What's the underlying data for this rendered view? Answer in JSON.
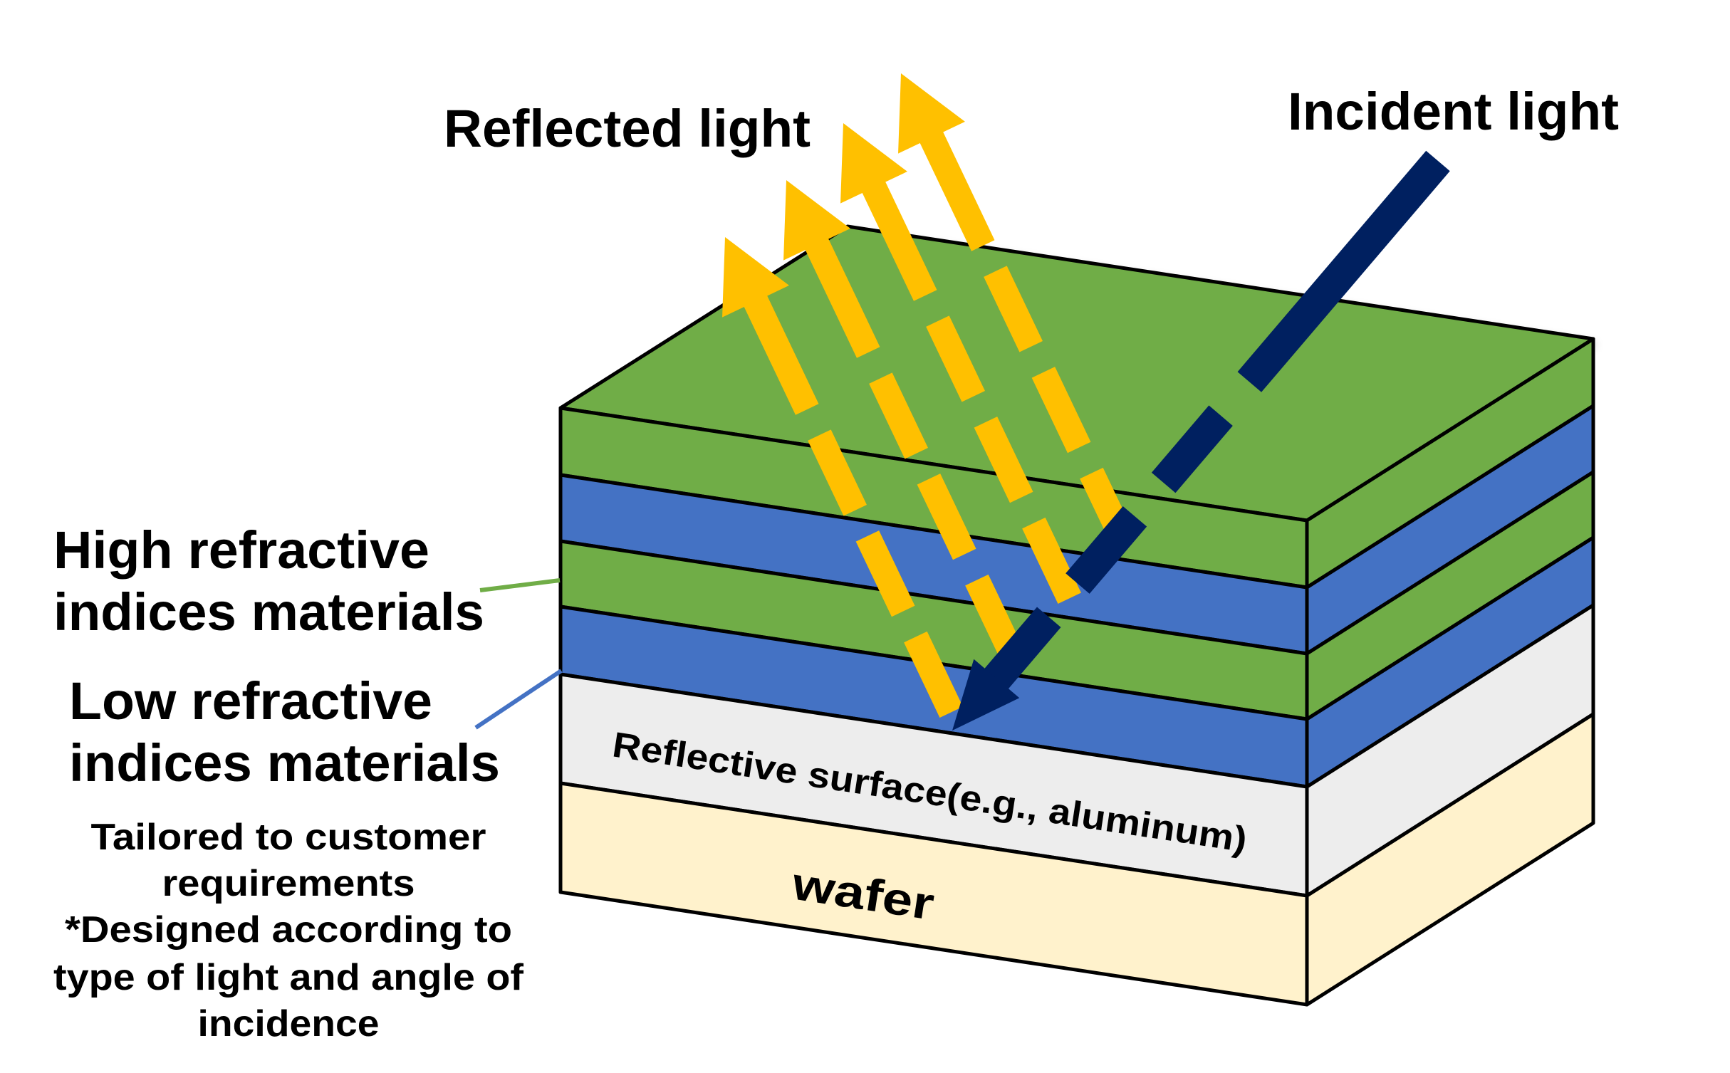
{
  "diagram": {
    "title_reflected": "Reflected light",
    "title_incident": "Incident light",
    "label_high": [
      "High refractive",
      "indices materials"
    ],
    "label_low": [
      "Low refractive",
      "indices materials"
    ],
    "note": [
      "Tailored to customer",
      "requirements",
      "*Designed according to",
      "type of light and angle of",
      "incidence"
    ],
    "layer_reflective": "Reflective surface(e.g., aluminum)",
    "layer_wafer": "wafer",
    "stack": [
      {
        "name": "high-index-layer",
        "material": "high",
        "color": "#70AD47"
      },
      {
        "name": "low-index-layer",
        "material": "low",
        "color": "#4472C4"
      },
      {
        "name": "high-index-layer",
        "material": "high",
        "color": "#70AD47"
      },
      {
        "name": "low-index-layer",
        "material": "low",
        "color": "#4472C4"
      },
      {
        "name": "reflective-layer",
        "material": "aluminum",
        "color": "#EDEDED"
      },
      {
        "name": "wafer-layer",
        "material": "wafer",
        "color": "#FFF2CC"
      }
    ],
    "colors": {
      "high_index": "#70AD47",
      "low_index": "#4472C4",
      "reflective": "#EDEDED",
      "wafer": "#FFF2CC",
      "reflected_light": "#FFC000",
      "incident_light": "#002060",
      "outline": "#000000"
    },
    "reflected_beam_count": 4
  }
}
